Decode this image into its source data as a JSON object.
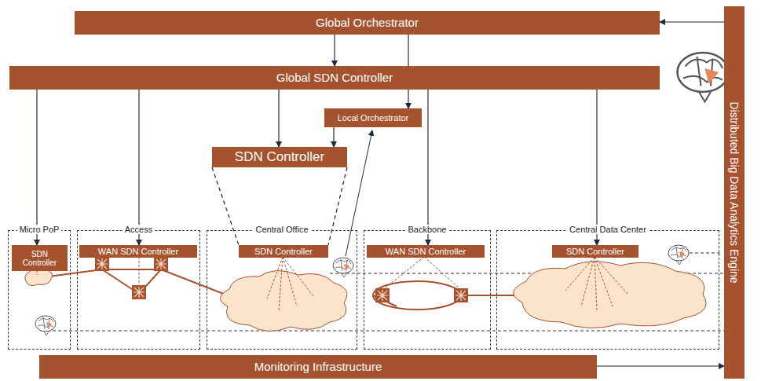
{
  "diagram": {
    "nodes": [
      {
        "text": [
          "Global Orchestrator"
        ]
      },
      {
        "text": [
          "Global SDN Controller"
        ]
      },
      {
        "text": [
          "Local Orchestrator"
        ]
      },
      {
        "text": [
          "SDN Controller"
        ]
      },
      {
        "text": [
          "Distributed Big Data Analytics Engine"
        ]
      },
      {
        "text": [
          "Micro PoP"
        ]
      },
      {
        "text": [
          "SDN Controller"
        ],
        "in": 5
      },
      {
        "text": [
          "Access"
        ]
      },
      {
        "text": [
          "WAN SDN Controller"
        ],
        "in": 7
      },
      {
        "text": [
          "Central Office"
        ]
      },
      {
        "text": [
          "SDN Controller"
        ],
        "in": 9
      },
      {
        "text": [
          "Backbone"
        ]
      },
      {
        "text": [
          "WAN SDN Controller"
        ],
        "in": 11
      },
      {
        "text": [
          "Central Data Center"
        ]
      },
      {
        "text": [
          "SDN Controller"
        ],
        "in": 13
      },
      {
        "text": [
          "Monitoring Infrastructure"
        ]
      }
    ],
    "edges": [
      {
        "from": 0,
        "to": 1,
        "arrow": "to"
      },
      {
        "from": 0,
        "to": 2,
        "arrow": "to"
      },
      {
        "from": 1,
        "to": 6,
        "arrow": "to"
      },
      {
        "from": 1,
        "to": 8,
        "arrow": "to"
      },
      {
        "from": 1,
        "to": 3,
        "arrow": "to"
      },
      {
        "from": 2,
        "to": 3,
        "arrow": "to"
      },
      {
        "from": 1,
        "to": 12,
        "arrow": "to"
      },
      {
        "from": 1,
        "to": 14,
        "arrow": "to"
      },
      {
        "from": 3,
        "to": 10,
        "arrow": "none"
      },
      {
        "from": 4,
        "to": 0,
        "arrow": "to"
      },
      {
        "from": 15,
        "to": 4,
        "arrow": "to"
      }
    ]
  }
}
